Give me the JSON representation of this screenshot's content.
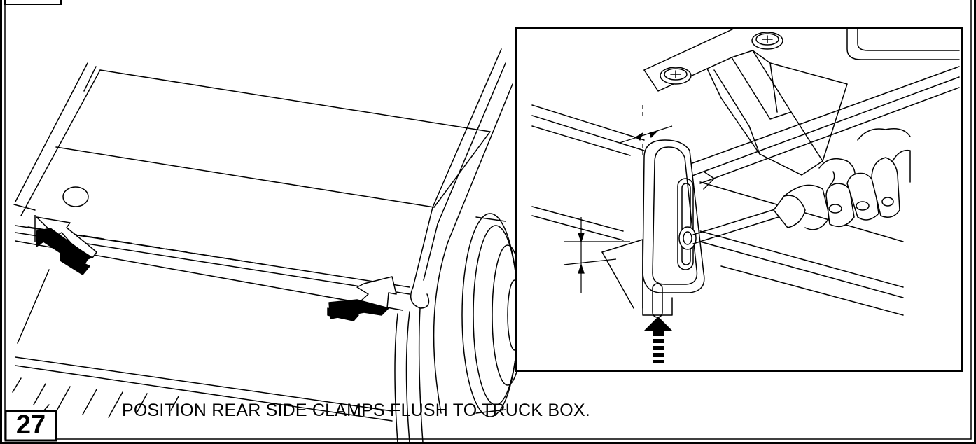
{
  "figure": {
    "step_number": "27",
    "caption": "POSITION REAR SIDE CLAMPS FLUSH TO TRUCK BOX.",
    "left_view_icon": "truck-bed-with-side-rails",
    "inset_view_icon": "clamp-adjustment-with-screwdriver",
    "ink_color": "#000000",
    "paper_color": "#ffffff"
  }
}
